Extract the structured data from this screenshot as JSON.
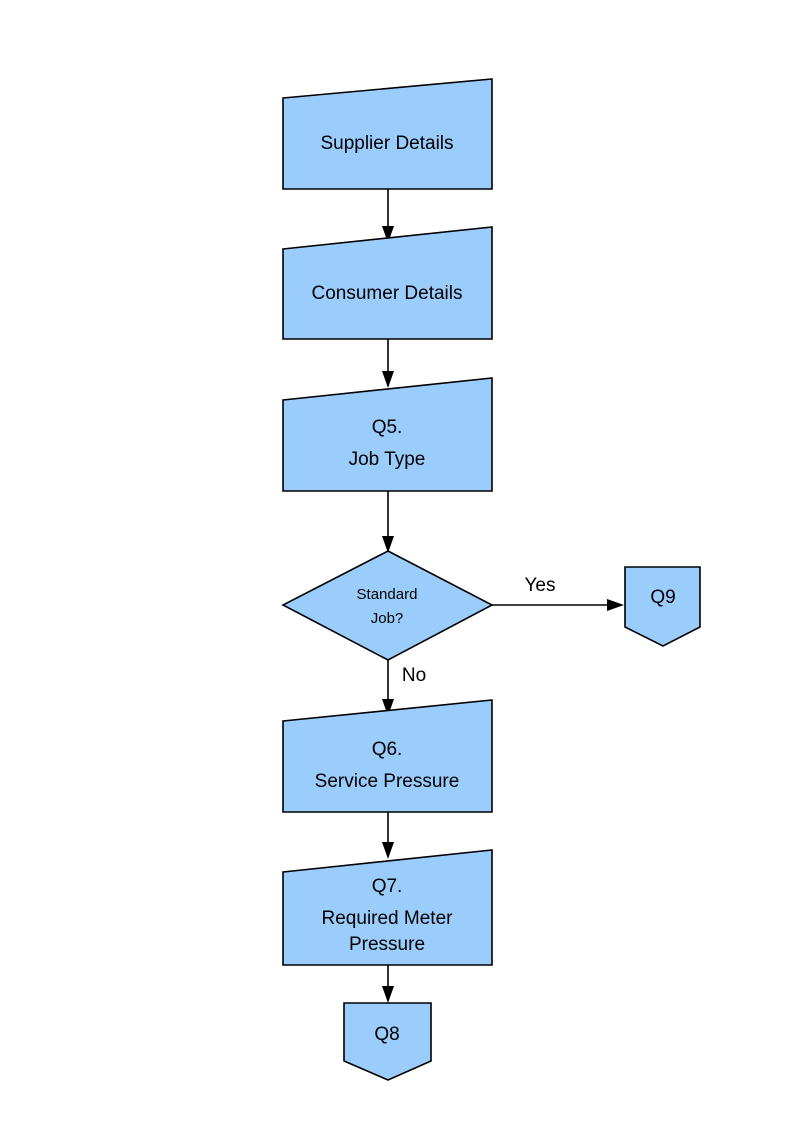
{
  "diagram": {
    "type": "flowchart",
    "orientation": "vertical",
    "background_color": "#FFFFFF",
    "node_fill_color": "#9BCDFC",
    "node_stroke_color": "#000000",
    "text_color": "#000000",
    "nodes": [
      {
        "id": "supplier-details",
        "shape": "skewed-data",
        "lines": [
          "Supplier Details"
        ],
        "line1": "Supplier Details",
        "line2": "",
        "line3": ""
      },
      {
        "id": "consumer-details",
        "shape": "skewed-data",
        "lines": [
          "Consumer Details"
        ],
        "line1": "Consumer Details",
        "line2": "",
        "line3": ""
      },
      {
        "id": "q5-job-type",
        "shape": "skewed-data",
        "lines": [
          "Q5.",
          "Job Type"
        ],
        "line1": "Q5.",
        "line2": "Job Type",
        "line3": ""
      },
      {
        "id": "standard-job-decision",
        "shape": "diamond",
        "lines": [
          "Standard",
          "Job?"
        ],
        "line1": "Standard",
        "line2": "Job?",
        "line3": ""
      },
      {
        "id": "q9-connector",
        "shape": "pentagon-down",
        "lines": [
          "Q9"
        ],
        "line1": "Q9",
        "line2": "",
        "line3": ""
      },
      {
        "id": "q6-service-pressure",
        "shape": "skewed-data",
        "lines": [
          "Q6.",
          "Service Pressure"
        ],
        "line1": "Q6.",
        "line2": "Service Pressure",
        "line3": ""
      },
      {
        "id": "q7-required-meter-pressure",
        "shape": "skewed-data",
        "lines": [
          "Q7.",
          "Required Meter",
          "Pressure"
        ],
        "line1": "Q7.",
        "line2": "Required Meter",
        "line3": "Pressure"
      },
      {
        "id": "q8-connector",
        "shape": "pentagon-down",
        "lines": [
          "Q8"
        ],
        "line1": "Q8",
        "line2": "",
        "line3": ""
      }
    ],
    "edges": [
      {
        "id": "supplier-to-consumer",
        "from": "supplier-details",
        "to": "consumer-details",
        "label": ""
      },
      {
        "id": "consumer-to-q5",
        "from": "consumer-details",
        "to": "q5-job-type",
        "label": ""
      },
      {
        "id": "q5-to-decision",
        "from": "q5-job-type",
        "to": "standard-job-decision",
        "label": ""
      },
      {
        "id": "decision-to-q9",
        "from": "standard-job-decision",
        "to": "q9-connector",
        "label": "Yes"
      },
      {
        "id": "decision-to-q6",
        "from": "standard-job-decision",
        "to": "q6-service-pressure",
        "label": "No"
      },
      {
        "id": "q6-to-q7",
        "from": "q6-service-pressure",
        "to": "q7-required-meter-pressure",
        "label": ""
      },
      {
        "id": "q7-to-q8",
        "from": "q7-required-meter-pressure",
        "to": "q8-connector",
        "label": ""
      }
    ],
    "edge_labels": {
      "yes": "Yes",
      "no": "No"
    }
  }
}
